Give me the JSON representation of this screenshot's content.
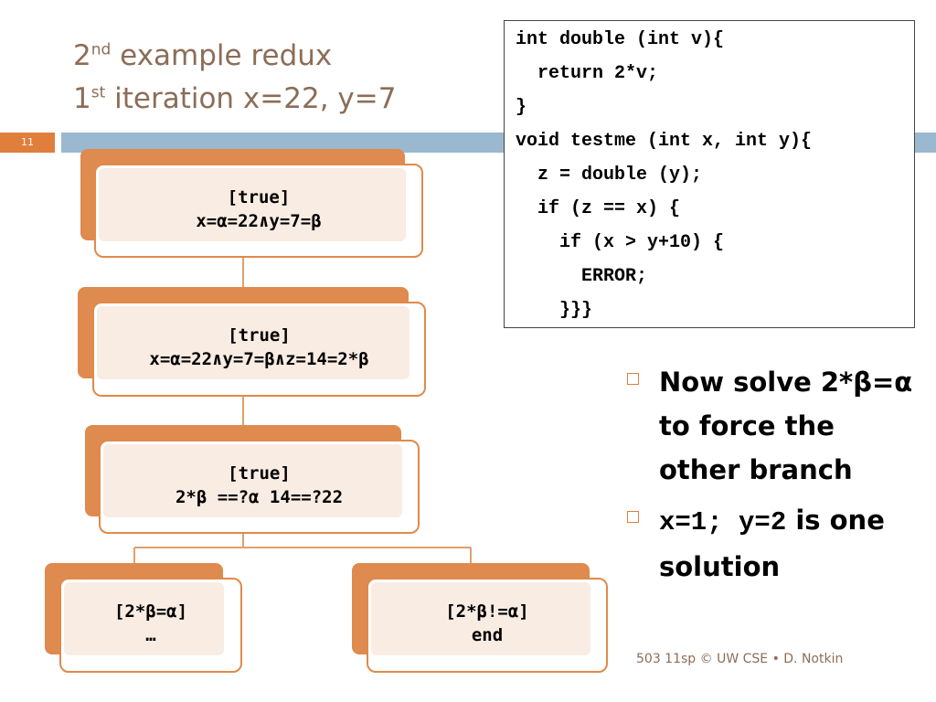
{
  "slide_number": "11",
  "title": {
    "line1_main": "2",
    "line1_sup": "nd",
    "line1_rest": " example redux",
    "line2_main": "1",
    "line2_sup": "st",
    "line2_rest": " iteration x=22, y=7"
  },
  "code_lines": [
    "int double (int v){",
    "  return 2*v;",
    "}",
    "void testme (int x, int y){",
    "  z = double (y);",
    "  if (z == x) {",
    "    if (x > y+10) {",
    "      ERROR;",
    "    }}}"
  ],
  "nodes": {
    "n1": {
      "line1": "[true]",
      "line2": "x=α=22∧y=7=β"
    },
    "n2": {
      "line1": "[true]",
      "line2": "x=α=22∧y=7=β∧z=14=2*β"
    },
    "n3": {
      "line1": "[true]",
      "line2": "2*β ==?α   14==?22"
    },
    "n4": {
      "line1": "[2*β=α]",
      "line2": "…"
    },
    "n5": {
      "line1": "[2*β!=α]",
      "line2": "end"
    }
  },
  "bullets": {
    "b1": {
      "text": "Now solve 2*β=α  to force the other branch"
    },
    "b2": {
      "code": "x=1;  y=2",
      "text": " is one solution"
    }
  },
  "footer": "503 11sp © UW CSE  • D. Notkin",
  "colors": {
    "accent": "#e07e3c",
    "band_blue": "#9ab8cf",
    "title": "#8c6d57"
  }
}
